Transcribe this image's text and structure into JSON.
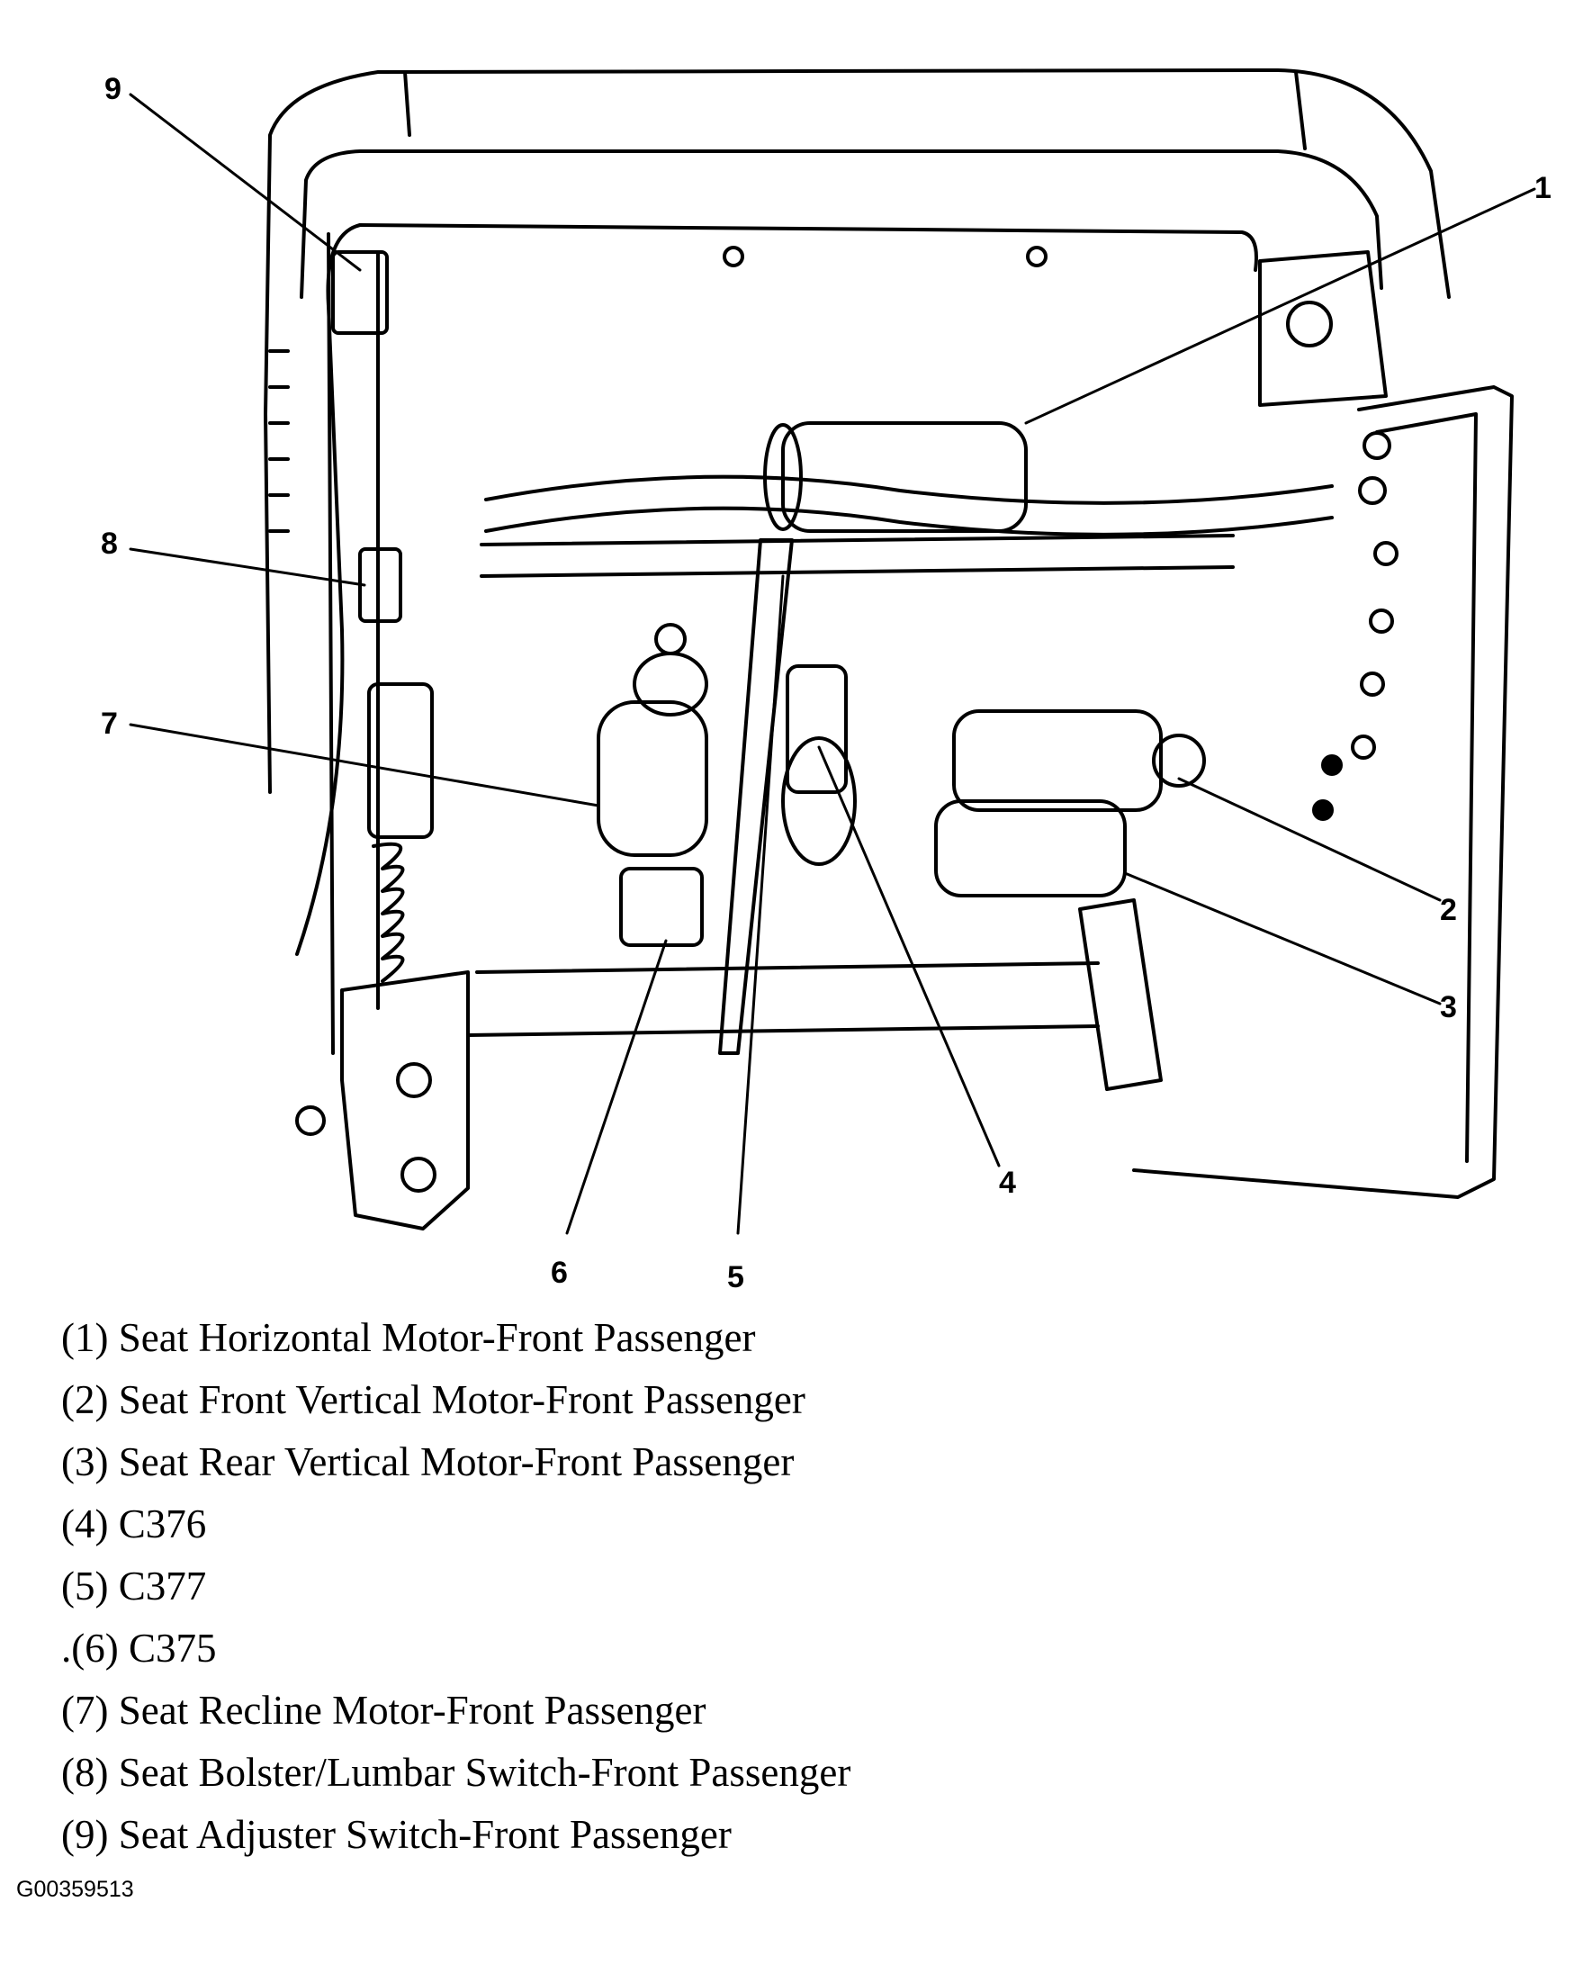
{
  "callouts": [
    {
      "id": "1",
      "label": "1"
    },
    {
      "id": "2",
      "label": "2"
    },
    {
      "id": "3",
      "label": "3"
    },
    {
      "id": "4",
      "label": "4"
    },
    {
      "id": "5",
      "label": "5"
    },
    {
      "id": "6",
      "label": "6"
    },
    {
      "id": "7",
      "label": "7"
    },
    {
      "id": "8",
      "label": "8"
    },
    {
      "id": "9",
      "label": "9"
    }
  ],
  "legend": [
    "(1) Seat Horizontal Motor-Front Passenger",
    "(2) Seat Front Vertical Motor-Front Passenger",
    "(3) Seat Rear Vertical Motor-Front Passenger",
    "(4) C376",
    "(5) C377",
    ".(6) C375",
    "(7) Seat Recline Motor-Front Passenger",
    "(8) Seat Bolster/Lumbar Switch-Front Passenger",
    "(9) Seat Adjuster Switch-Front Passenger"
  ],
  "figure_id": "G00359513"
}
